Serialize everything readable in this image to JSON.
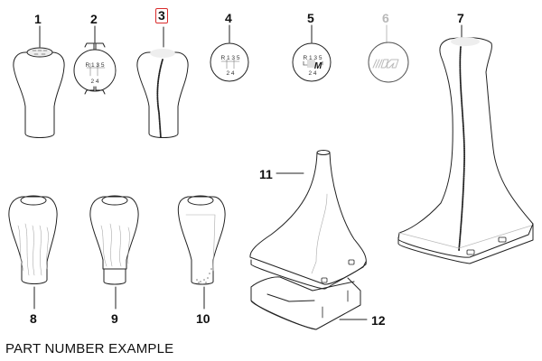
{
  "diagram": {
    "title": "Gear shift knob and boot parts diagram",
    "highlight_color": "#d92b2b",
    "line_color": "#222222",
    "parts": [
      {
        "number": "1",
        "label_color": "#111111",
        "highlighted": false,
        "description": "gear knob with shift pattern top"
      },
      {
        "number": "2",
        "label_color": "#111111",
        "highlighted": false,
        "description": "shift pattern emblem insert"
      },
      {
        "number": "3",
        "label_color": "#111111",
        "highlighted": true,
        "description": "leather gear knob with stitching"
      },
      {
        "number": "4",
        "label_color": "#111111",
        "highlighted": false,
        "description": "shift pattern emblem round"
      },
      {
        "number": "5",
        "label_color": "#111111",
        "highlighted": false,
        "description": "M shift pattern emblem"
      },
      {
        "number": "6",
        "label_color": "#b8b8b8",
        "highlighted": false,
        "description": "M logo emblem"
      },
      {
        "number": "7",
        "label_color": "#111111",
        "highlighted": false,
        "description": "gear knob with integrated boot"
      },
      {
        "number": "8",
        "label_color": "#111111",
        "highlighted": false,
        "description": "wood gear knob"
      },
      {
        "number": "9",
        "label_color": "#111111",
        "highlighted": false,
        "description": "wood gear knob with collar"
      },
      {
        "number": "10",
        "label_color": "#111111",
        "highlighted": false,
        "description": "gear knob with textured base"
      },
      {
        "number": "11",
        "label_color": "#111111",
        "highlighted": false,
        "description": "shift boot"
      },
      {
        "number": "12",
        "label_color": "#111111",
        "highlighted": false,
        "description": "boot frame"
      }
    ],
    "emblem_pattern": {
      "top_row": "R 1 3 5",
      "bottom_row": "2 4",
      "m_logo": "M"
    }
  },
  "caption": "PART NUMBER EXAMPLE"
}
